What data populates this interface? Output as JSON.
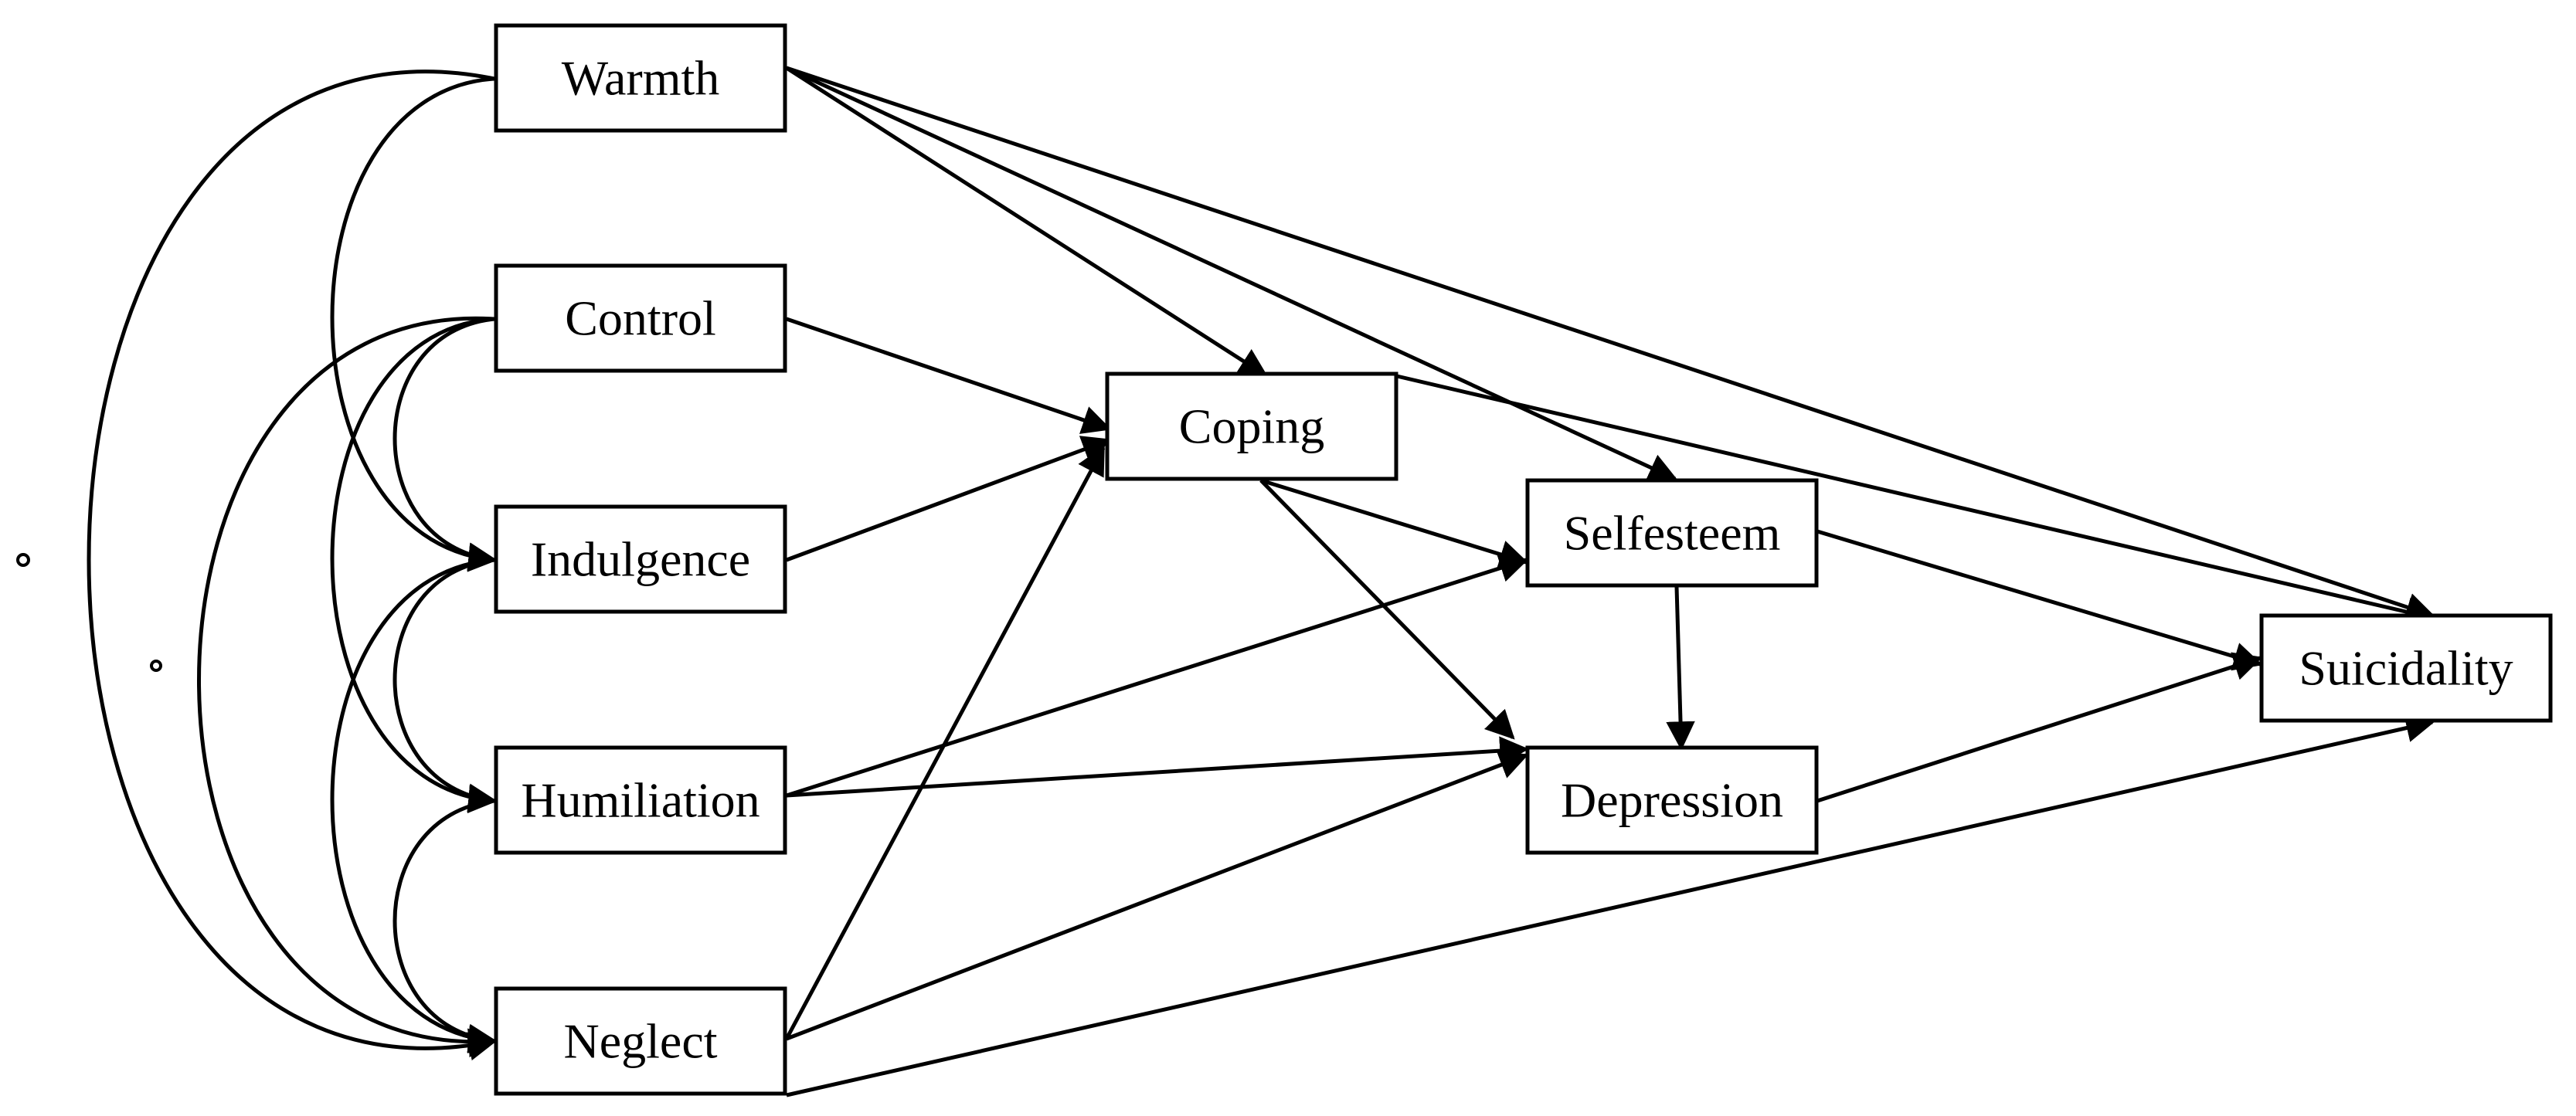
{
  "diagram": {
    "type": "path-diagram",
    "nodes": {
      "warmth": "Warmth",
      "control": "Control",
      "indulgence": "Indulgence",
      "humiliation": "Humiliation",
      "neglect": "Neglect",
      "coping": "Coping",
      "selfesteem": "Selfesteem",
      "depression": "Depression",
      "suicidality": "Suicidality"
    },
    "directed_paths": [
      [
        "warmth",
        "coping"
      ],
      [
        "warmth",
        "selfesteem"
      ],
      [
        "warmth",
        "suicidality"
      ],
      [
        "control",
        "coping"
      ],
      [
        "indulgence",
        "coping"
      ],
      [
        "humiliation",
        "selfesteem"
      ],
      [
        "humiliation",
        "depression"
      ],
      [
        "neglect",
        "coping"
      ],
      [
        "neglect",
        "depression"
      ],
      [
        "neglect",
        "suicidality"
      ],
      [
        "coping",
        "selfesteem"
      ],
      [
        "coping",
        "depression"
      ],
      [
        "coping",
        "suicidality"
      ],
      [
        "selfesteem",
        "depression"
      ],
      [
        "selfesteem",
        "suicidality"
      ],
      [
        "depression",
        "suicidality"
      ]
    ],
    "correlations": [
      [
        "warmth",
        "indulgence"
      ],
      [
        "warmth",
        "neglect"
      ],
      [
        "control",
        "indulgence"
      ],
      [
        "control",
        "humiliation"
      ],
      [
        "control",
        "neglect"
      ],
      [
        "indulgence",
        "humiliation"
      ],
      [
        "indulgence",
        "neglect"
      ],
      [
        "humiliation",
        "neglect"
      ]
    ]
  }
}
